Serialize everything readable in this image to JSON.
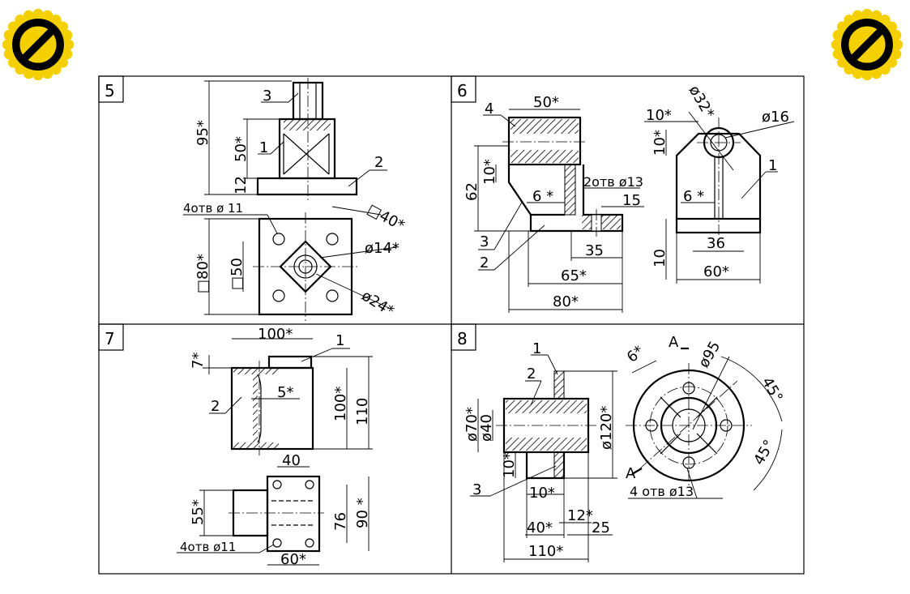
{
  "panels": [
    {
      "number": "5",
      "callouts": [
        "3",
        "1",
        "2"
      ],
      "dims": {
        "d95": "95*",
        "d50": "50*",
        "d12": "12",
        "holes": "4отв ø 11",
        "sq40": "□40*",
        "d14": "ø14*",
        "sq80": "□80*",
        "d50b": "□50",
        "d24": "ø24*"
      }
    },
    {
      "number": "6",
      "callouts": [
        "4",
        "3",
        "2",
        "1"
      ],
      "dims": {
        "d50": "50*",
        "d62": "62",
        "d10": "10*",
        "d6": "6 *",
        "holes": "2отв ø13",
        "d15": "15",
        "d35": "35",
        "d65": "65*",
        "d80": "80*",
        "r10": "10*",
        "r10b": "10*",
        "d32": "ø32*",
        "d16": "ø16",
        "r6": "6 *",
        "r36": "36",
        "r10c": "10",
        "r60": "60*"
      }
    },
    {
      "number": "7",
      "callouts": [
        "1",
        "2"
      ],
      "dims": {
        "d100t": "100*",
        "d7": "7*",
        "d5": "5*",
        "d100v": "100*",
        "d110": "110",
        "d40": "40",
        "d55": "55*",
        "d76": "76",
        "d90": "90 *",
        "holes": "4отв ø11",
        "d60": "60*"
      }
    },
    {
      "number": "8",
      "callouts": [
        "1",
        "2",
        "3"
      ],
      "dims": {
        "d70": "ø70*",
        "d40": "ø40",
        "d120": "ø120*",
        "d10v": "10*",
        "d10": "10*",
        "d12": "12*",
        "d40h": "40*",
        "d25": "25",
        "d110": "110*",
        "d6": "6*",
        "secA": "A",
        "secA2": "A",
        "d95": "ø95",
        "a45": "45°",
        "a45b": "45°",
        "holes": "4 отв ø13"
      }
    }
  ],
  "colors": {
    "badge_ring": "#f5d000",
    "badge_mark": "#000000",
    "line": "#000000"
  },
  "icons": {
    "badge": "prohibited-sign-icon"
  }
}
